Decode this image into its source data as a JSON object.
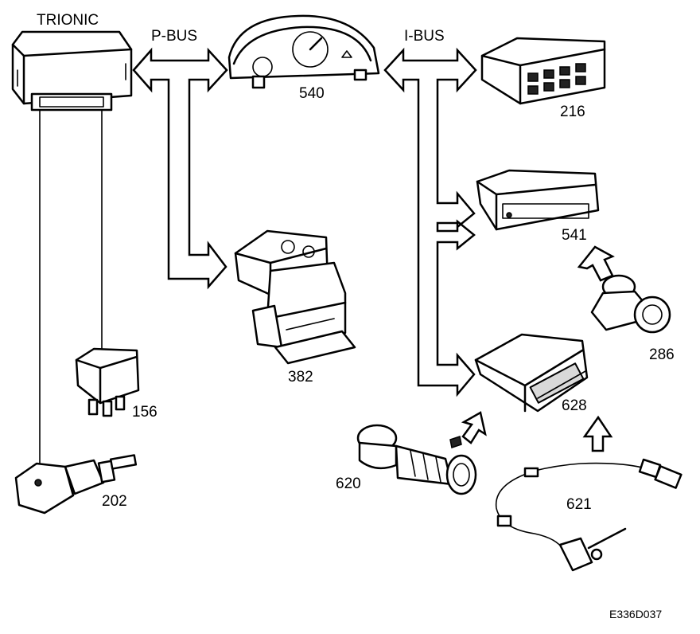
{
  "labels": {
    "trionic": "TRIONIC",
    "p_bus": "P-BUS",
    "i_bus": "I-BUS",
    "c540": "540",
    "c216": "216",
    "c541": "541",
    "c286": "286",
    "c382": "382",
    "c156": "156",
    "c202": "202",
    "c628": "628",
    "c620": "620",
    "c621": "621",
    "drawing_code": "E336D037"
  }
}
